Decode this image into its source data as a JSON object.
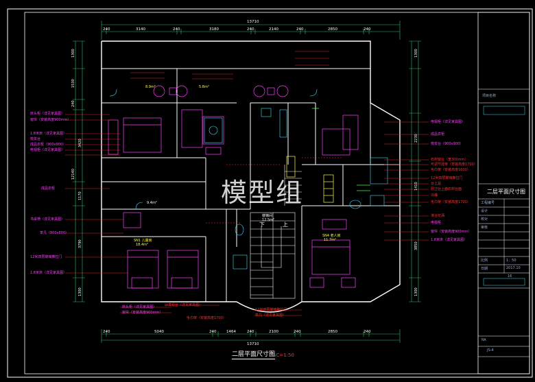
{
  "watermark": "模型组",
  "plan": {
    "title": "二层平面尺寸图",
    "scale": "SC=1:50",
    "total_width_top": "13710",
    "total_width_bottom": "13710",
    "top_dims": [
      "240",
      "3140",
      "240",
      "3180",
      "240",
      "2140",
      "240",
      "2850",
      "240"
    ],
    "bottom_dims": [
      "240",
      "5040",
      "240",
      "1464",
      "240",
      "2100",
      "240",
      "2850",
      "240"
    ],
    "left_dims": [
      "1300",
      "1530",
      "240",
      "3420",
      "12140",
      "1170",
      "3790",
      "1300"
    ],
    "right_dims": [
      "1300",
      "2230",
      "1410",
      "3850",
      "1300"
    ],
    "stair_down": "下",
    "stair_up": "上",
    "rooms": {
      "master_bed_area": "8.9m²",
      "study_area": "9.4m²",
      "bath_area": "5.8m²",
      "stair_hall": "楼梯间",
      "stair_hall_area": "12.5m²",
      "bed3_name": "SN4 老人房",
      "bed2_name": "SN1 儿童房",
      "bed2_area": "18.4m²",
      "bed3_area": "11.7m²"
    }
  },
  "left_labels": [
    "床头柜（详见家具图）",
    "窗帘（安装高度900mm）",
    "1.8米床（详见家具图）",
    "梳妆台",
    "成品衣柜（900x900）",
    "电视柜（详见家具图）",
    "成品衣柜",
    "书桌椅（详见家具图）",
    "茶几（800x800）",
    "1.8米床（详见家具图）",
    "12米双层玻璃推拉门"
  ],
  "right_labels": [
    "电视柜（详见家具图）",
    "成品衣柜",
    "梳妆台（900x900）",
    "石材窗台（宽300mm）",
    "可调节挂架（安装高度1700）",
    "毛巾架（安装高度1600）",
    "12米双层玻璃推拉门",
    "台上盆",
    "厨卫台上面石材台面",
    "马桶",
    "毛巾架（安装高度1700）",
    "淋浴花洒",
    "电视柜",
    "窗帘（安装高度900mm）",
    "1.8米床（详见家具图）"
  ],
  "bottom_labels": [
    "床头柜（详见家具图）",
    "窗帘（安装高度900mm）",
    "沙发组合（详见家具图）",
    "毛巾架（安装高度1700）",
    "12米双层玻璃推拉门",
    "茶几（详见家具图）"
  ],
  "title_block": {
    "project_label": "项目名称",
    "drawing_name": "二层平面尺寸图",
    "rows": [
      "工程编号",
      "设计",
      "校对",
      "审核",
      "比例",
      "日期"
    ],
    "scale_value": "1：50",
    "date_value": "2017.10",
    "sheet_no": "JS-4",
    "page_no": "16",
    "revision": "RA"
  },
  "colors": {
    "frame": "#ffffff",
    "wall": "#ffffff",
    "dim_line": "#30c070",
    "dim_text": "#ffffff",
    "furniture": "#ff40ff",
    "annotation": "#ff3030",
    "fixture": "#40e0ff",
    "stair": "#ffffff",
    "accent_yellow": "#ffff40",
    "accent_green": "#40ff40"
  }
}
